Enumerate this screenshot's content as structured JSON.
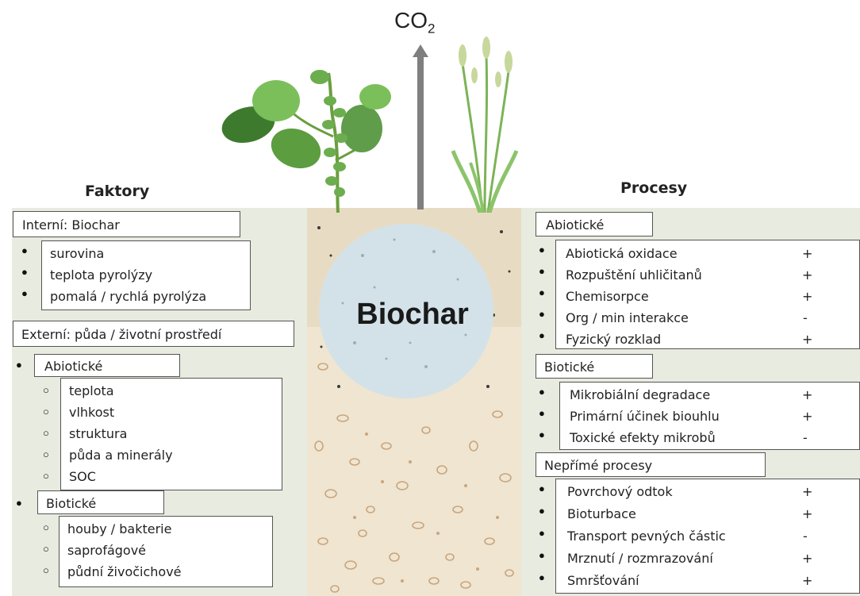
{
  "co2": {
    "main": "CO",
    "sub": "2"
  },
  "center": {
    "label": "Biochar"
  },
  "factors": {
    "heading": "Faktory",
    "internal": {
      "title": "Interní: Biochar",
      "items": [
        "surovina",
        "teplota pyrolýzy",
        "pomalá / rychlá pyrolýza"
      ]
    },
    "external": {
      "title": "Externí: půda / životní prostředí",
      "abiotic": {
        "title": "Abiotické",
        "items": [
          "teplota",
          "vlhkost",
          "struktura",
          "půda a minerály",
          "SOC"
        ]
      },
      "biotic": {
        "title": "Biotické",
        "items": [
          "houby / bakterie",
          "saprofágové",
          "půdní živočichové"
        ]
      }
    }
  },
  "processes": {
    "heading": "Procesy",
    "abiotic": {
      "title": "Abiotické",
      "items": [
        {
          "label": "Abiotická oxidace",
          "sign": "+"
        },
        {
          "label": "Rozpuštění uhličitanů",
          "sign": "+"
        },
        {
          "label": "Chemisorpce",
          "sign": "+"
        },
        {
          "label": "Org / min interakce",
          "sign": "-"
        },
        {
          "label": "Fyzický rozklad",
          "sign": "+"
        }
      ]
    },
    "biotic": {
      "title": "Biotické",
      "items": [
        {
          "label": "Mikrobiální degradace",
          "sign": "+"
        },
        {
          "label": "Primární účinek biouhlu",
          "sign": "+"
        },
        {
          "label": "Toxické efekty mikrobů",
          "sign": "-"
        }
      ]
    },
    "indirect": {
      "title": "Nepřímé procesy",
      "items": [
        {
          "label": "Povrchový odtok",
          "sign": "+"
        },
        {
          "label": "Bioturbace",
          "sign": "+"
        },
        {
          "label": "Transport pevných částic",
          "sign": "-"
        },
        {
          "label": "Mrznutí / rozmrazování",
          "sign": "+"
        },
        {
          "label": "Smršťování",
          "sign": "+"
        }
      ]
    }
  },
  "colors": {
    "panel": "#e6eadc",
    "soil": "#efe5d0",
    "biochar": "#d5e3ea",
    "arrow": "#7f7f7f",
    "leaf": "#5f9d4a"
  }
}
